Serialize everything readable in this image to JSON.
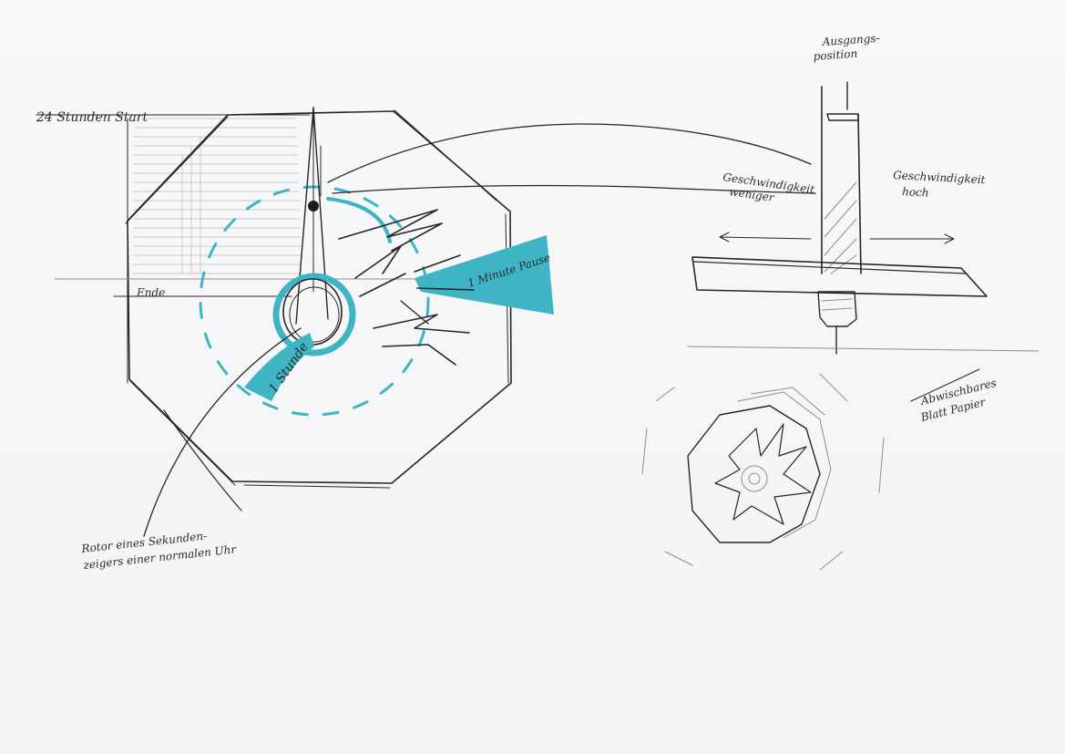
{
  "labels": {
    "start": "24 Stunden Start",
    "end": "Ende",
    "one_hour": "1 Stunde",
    "one_minute_pause": "1 Minute Pause",
    "rotor_caption_line1": "Rotor eines Sekunden-",
    "rotor_caption_line2": "zeigers einer normalen Uhr",
    "start_position_line1": "Ausgangs-",
    "start_position_line2": "position",
    "speed_low_line1": "Geschwindigkeit",
    "speed_low_line2": "weniger",
    "speed_high_line1": "Geschwindigkeit",
    "speed_high_line2": "hoch",
    "paper_line1": "Abwischbares",
    "paper_line2": "Blatt Papier"
  },
  "colors": {
    "ink": "#262626",
    "pencil": "#8d8d8d",
    "marker": "#3fb4c4",
    "paper": "#f6f7f8"
  }
}
